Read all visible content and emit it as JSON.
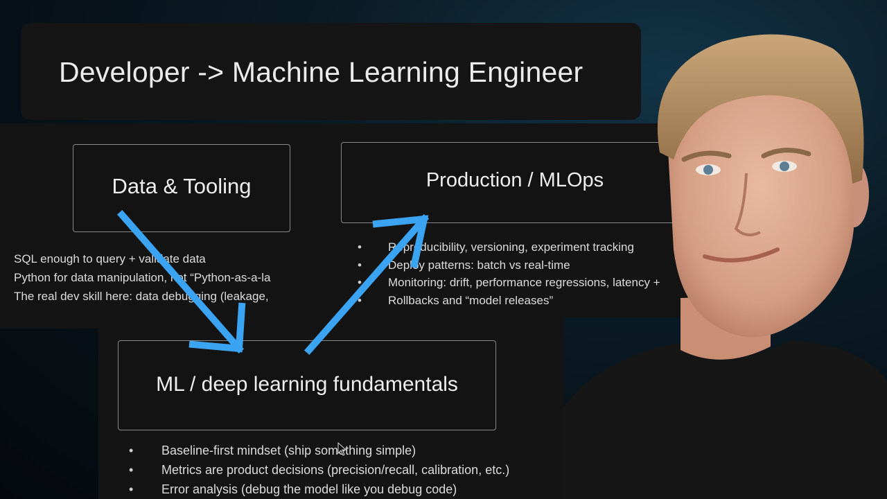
{
  "title": "Developer -> Machine Learning Engineer",
  "data_tooling": {
    "label": "Data & Tooling",
    "bullets": [
      "SQL enough to query + validate data",
      "Python for data manipulation, not “Python-as-a-la",
      "The real dev skill here: data debugging (leakage,"
    ]
  },
  "production": {
    "label": "Production / MLOps",
    "bullet_glyph": "•",
    "bullets": [
      "Reproducibility, versioning, experiment tracking",
      "Deploy patterns: batch vs real-time",
      "Monitoring: drift, performance regressions, latency +",
      "Rollbacks and “model releases”"
    ]
  },
  "ml_fundamentals": {
    "label": "ML / deep learning fundamentals",
    "bullet_glyph": "•",
    "bullets": [
      "Baseline-first mindset (ship something simple)",
      "Metrics are product decisions (precision/recall, calibration, etc.)",
      "Error analysis (debug the model like you debug code)"
    ]
  },
  "colors": {
    "arrow": "#3aa3f2",
    "background": "#0b1c27",
    "panel": "#141414"
  },
  "icons": [
    "arrow-down-right-icon",
    "arrow-up-right-icon",
    "mouse-cursor-icon"
  ]
}
